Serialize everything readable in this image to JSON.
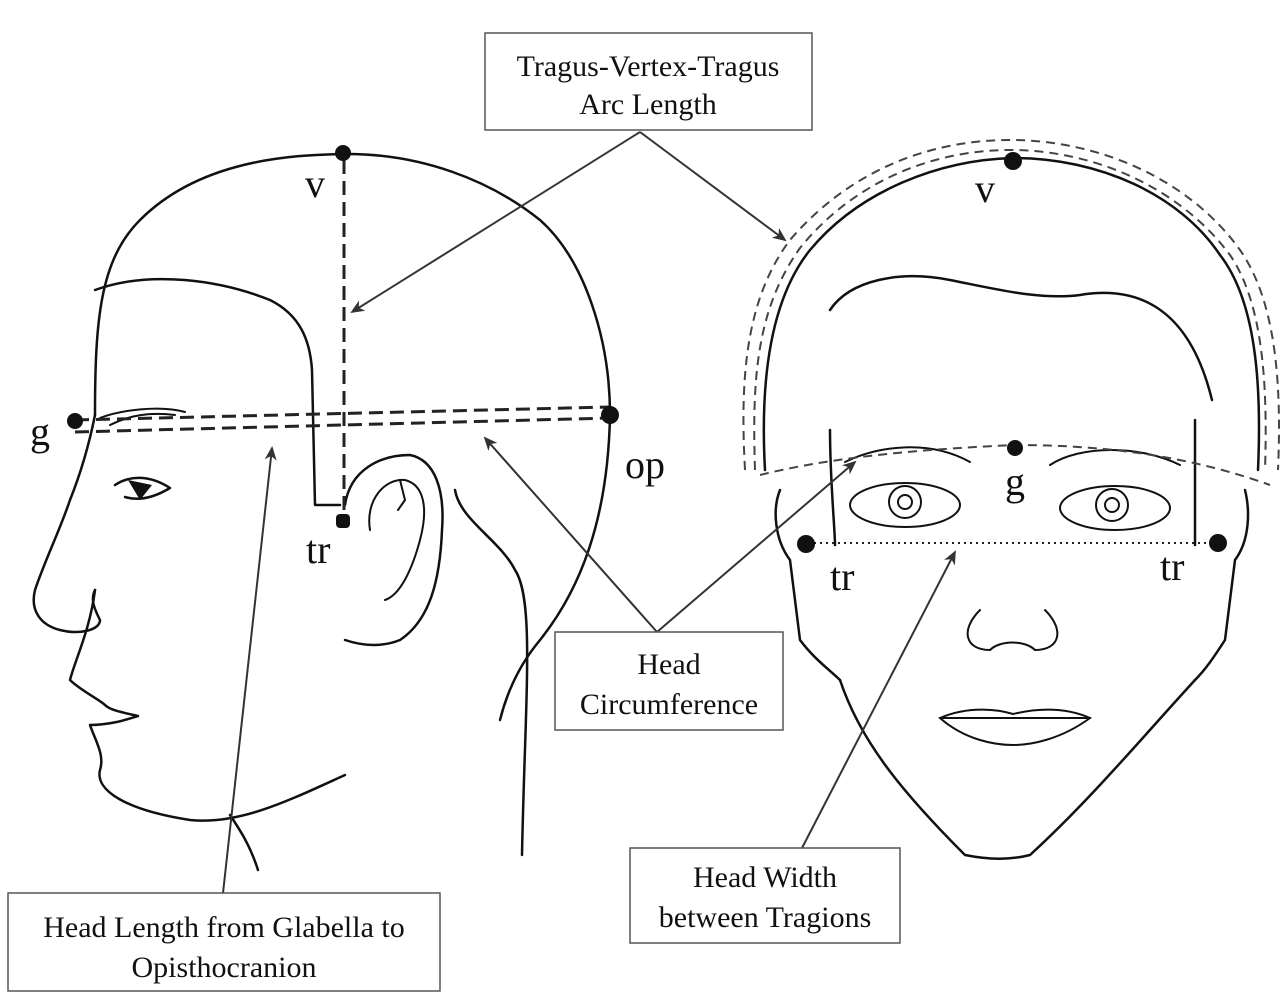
{
  "callouts": {
    "arc_length": [
      "Tragus-Vertex-Tragus",
      "Arc Length"
    ],
    "circumference": [
      "Head",
      "Circumference"
    ],
    "width": [
      "Head Width",
      "between Tragions"
    ],
    "length": [
      "Head Length from Glabella to",
      "Opisthocranion"
    ]
  },
  "landmarks": {
    "side_vertex": "v",
    "side_glabella": "g",
    "side_opisthocranion": "op",
    "side_tragion": "tr",
    "front_vertex": "v",
    "front_glabella": "g",
    "front_tragion_left": "tr",
    "front_tragion_right": "tr"
  }
}
